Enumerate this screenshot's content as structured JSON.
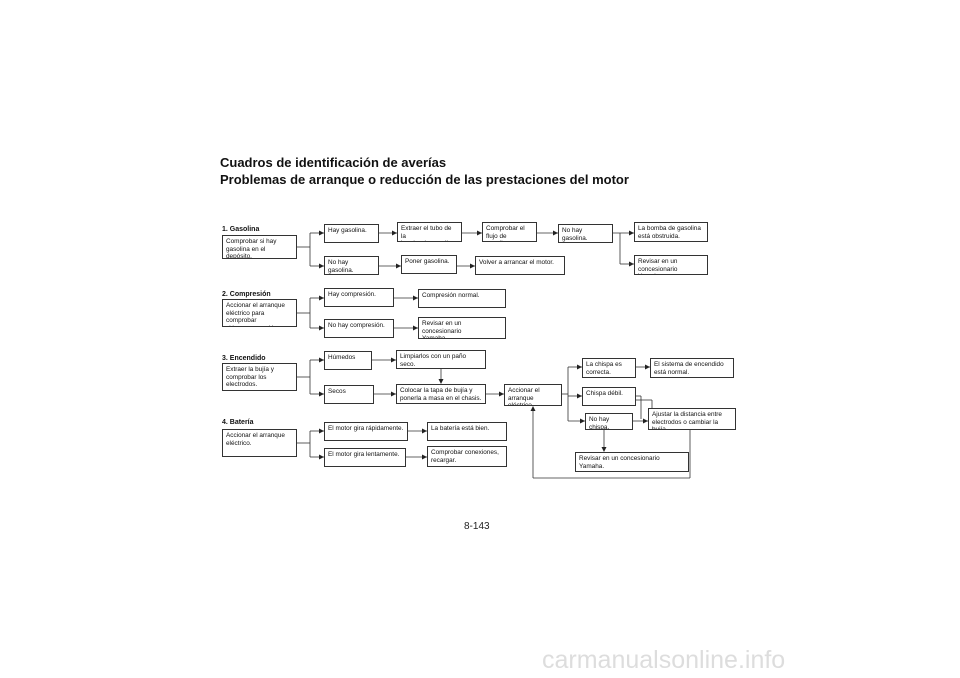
{
  "header": {
    "title": "Cuadros de identificación de averías",
    "subtitle": "Problemas de arranque o reducción de las prestaciones del motor"
  },
  "sections": {
    "s1": "1. Gasolina",
    "s2": "2. Compresión",
    "s3": "3. Encendido",
    "s4": "4. Batería"
  },
  "boxes": {
    "b1": [
      "Comprobar si hay",
      "gasolina en el depósito."
    ],
    "b2": [
      "Hay gasolina."
    ],
    "b3": [
      "Extraer el tubo de la",
      "bomba de gasolina."
    ],
    "b4": [
      "Comprobar el",
      "flujo de gasolina."
    ],
    "b5": [
      "No hay gasolina."
    ],
    "b6": [
      "La bomba de gasolina",
      "está obstruida."
    ],
    "b7": [
      "No hay gasolina."
    ],
    "b8": [
      "Poner gasolina."
    ],
    "b9": [
      "Volver a arrancar el motor."
    ],
    "b10": [
      "Revisar en un",
      "concesionario Yamaha."
    ],
    "b11": [
      "Accionar el arranque",
      "eléctrico para comprobar",
      "si hay compresión."
    ],
    "b12": [
      "Hay compresión."
    ],
    "b13": [
      "Compresión normal."
    ],
    "b14": [
      "No hay compresión."
    ],
    "b15": [
      "Revisar en un concesionario",
      "Yamaha."
    ],
    "b16": [
      "Extraer la bujía y",
      "comprobar los",
      "electrodos."
    ],
    "b17": [
      "Húmedos"
    ],
    "b18": [
      "Limpiarlos con un paño seco."
    ],
    "b19": [
      "Secos"
    ],
    "b20": [
      "Colocar la tapa de bujía y",
      "ponerla a masa en el chasis."
    ],
    "b21": [
      "Accionar el",
      "arranque eléctrico."
    ],
    "b22": [
      "La chispa es",
      "correcta."
    ],
    "b23": [
      "El sistema de encendido",
      "está normal."
    ],
    "b24": [
      "Chispa débil."
    ],
    "b25": [
      "No hay chispa."
    ],
    "b26": [
      "Ajustar la distancia entre",
      "electrodos o cambiar la bujía."
    ],
    "b27": [
      "Revisar en un concesionario",
      "Yamaha."
    ],
    "b28": [
      "Accionar el arranque",
      "eléctrico."
    ],
    "b29": [
      "El motor gira rápidamente."
    ],
    "b30": [
      "La batería está bien."
    ],
    "b31": [
      "El motor gira lentamente."
    ],
    "b32": [
      "Comprobar conexiones,",
      "recargar."
    ]
  },
  "footer": {
    "page": "8-143",
    "watermark": "carmanualsonline.info"
  }
}
